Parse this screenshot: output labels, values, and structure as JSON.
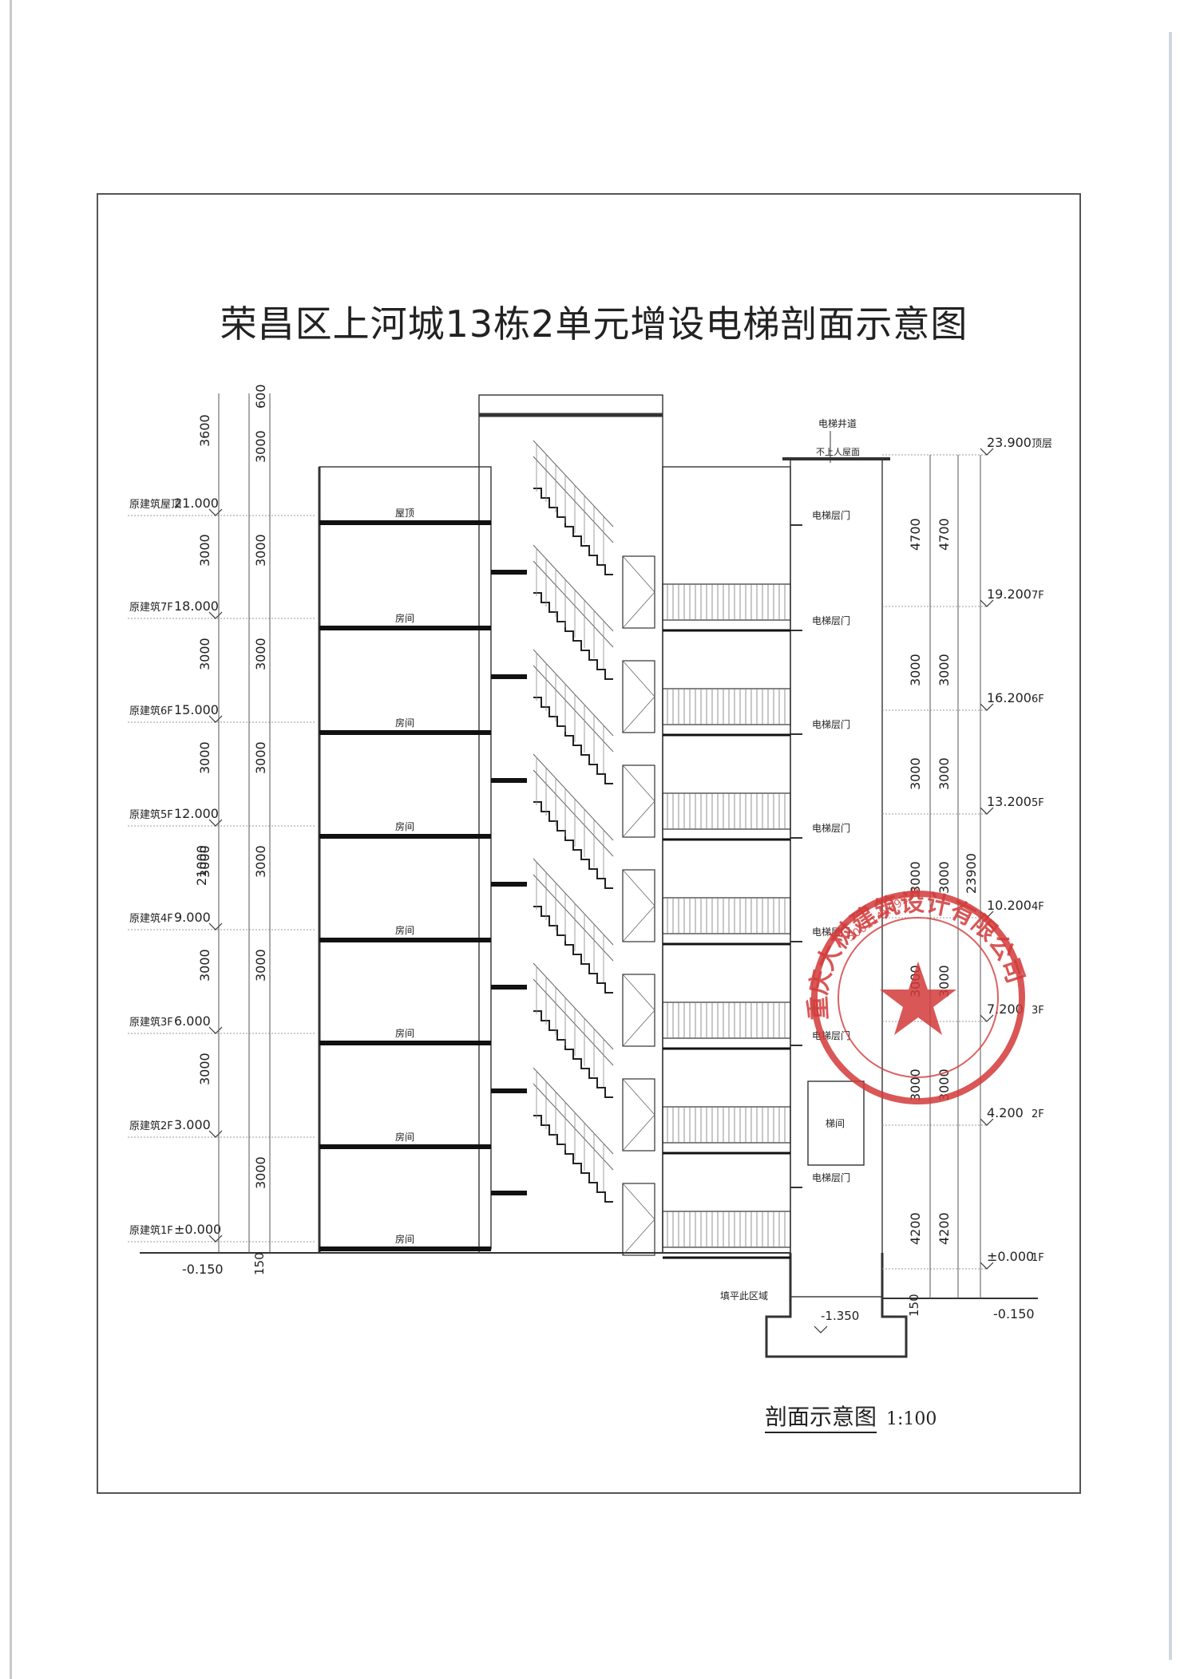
{
  "title": "荣昌区上河城13栋2单元增设电梯剖面示意图",
  "caption": {
    "name": "剖面示意图",
    "scale": "1:100"
  },
  "left_levels": [
    {
      "label": "原建筑屋顶",
      "elev": "21.000"
    },
    {
      "label": "原建筑7F",
      "elev": "18.000"
    },
    {
      "label": "原建筑6F",
      "elev": "15.000"
    },
    {
      "label": "原建筑5F",
      "elev": "12.000"
    },
    {
      "label": "原建筑4F",
      "elev": "9.000"
    },
    {
      "label": "原建筑3F",
      "elev": "6.000"
    },
    {
      "label": "原建筑2F",
      "elev": "3.000"
    },
    {
      "label": "原建筑1F",
      "elev": "±0.000"
    }
  ],
  "left_grade": "-0.150",
  "left_dims_a": [
    "3600",
    "3000",
    "3000",
    "3000",
    "3000",
    "3000",
    "3000"
  ],
  "left_dims_b": [
    "600",
    "3000",
    "3000",
    "3000",
    "3000",
    "3000",
    "3000",
    "3000"
  ],
  "left_dim_total": "21000",
  "left_plinth": "150",
  "slab_labels": [
    "屋顶",
    "房间",
    "房间",
    "房间",
    "房间",
    "房间",
    "房间",
    "房间"
  ],
  "right_levels": [
    {
      "elev": "23.900",
      "floor": "顶层"
    },
    {
      "elev": "19.200",
      "floor": "7F"
    },
    {
      "elev": "16.200",
      "floor": "6F"
    },
    {
      "elev": "13.200",
      "floor": "5F"
    },
    {
      "elev": "10.200",
      "floor": "4F"
    },
    {
      "elev": "7.200",
      "floor": "3F"
    },
    {
      "elev": "4.200",
      "floor": "2F"
    },
    {
      "elev": "±0.000",
      "floor": "1F"
    }
  ],
  "right_dims": [
    "4700",
    "3000",
    "3000",
    "3000",
    "3000",
    "3000",
    "4200"
  ],
  "right_dim_total": "23900",
  "right_grade": "-0.150",
  "right_plinth": "150",
  "pit_elev": "-1.350",
  "shaft_label": "电梯井道",
  "top_note": "不上人屋面",
  "door_label": "电梯层门",
  "machine_label": "梯间",
  "fill_note": "填平此区域",
  "stamp": {
    "text": "重庆大树建筑设计有限公司",
    "code": "500114X69229",
    "color": "#d23a3a"
  }
}
